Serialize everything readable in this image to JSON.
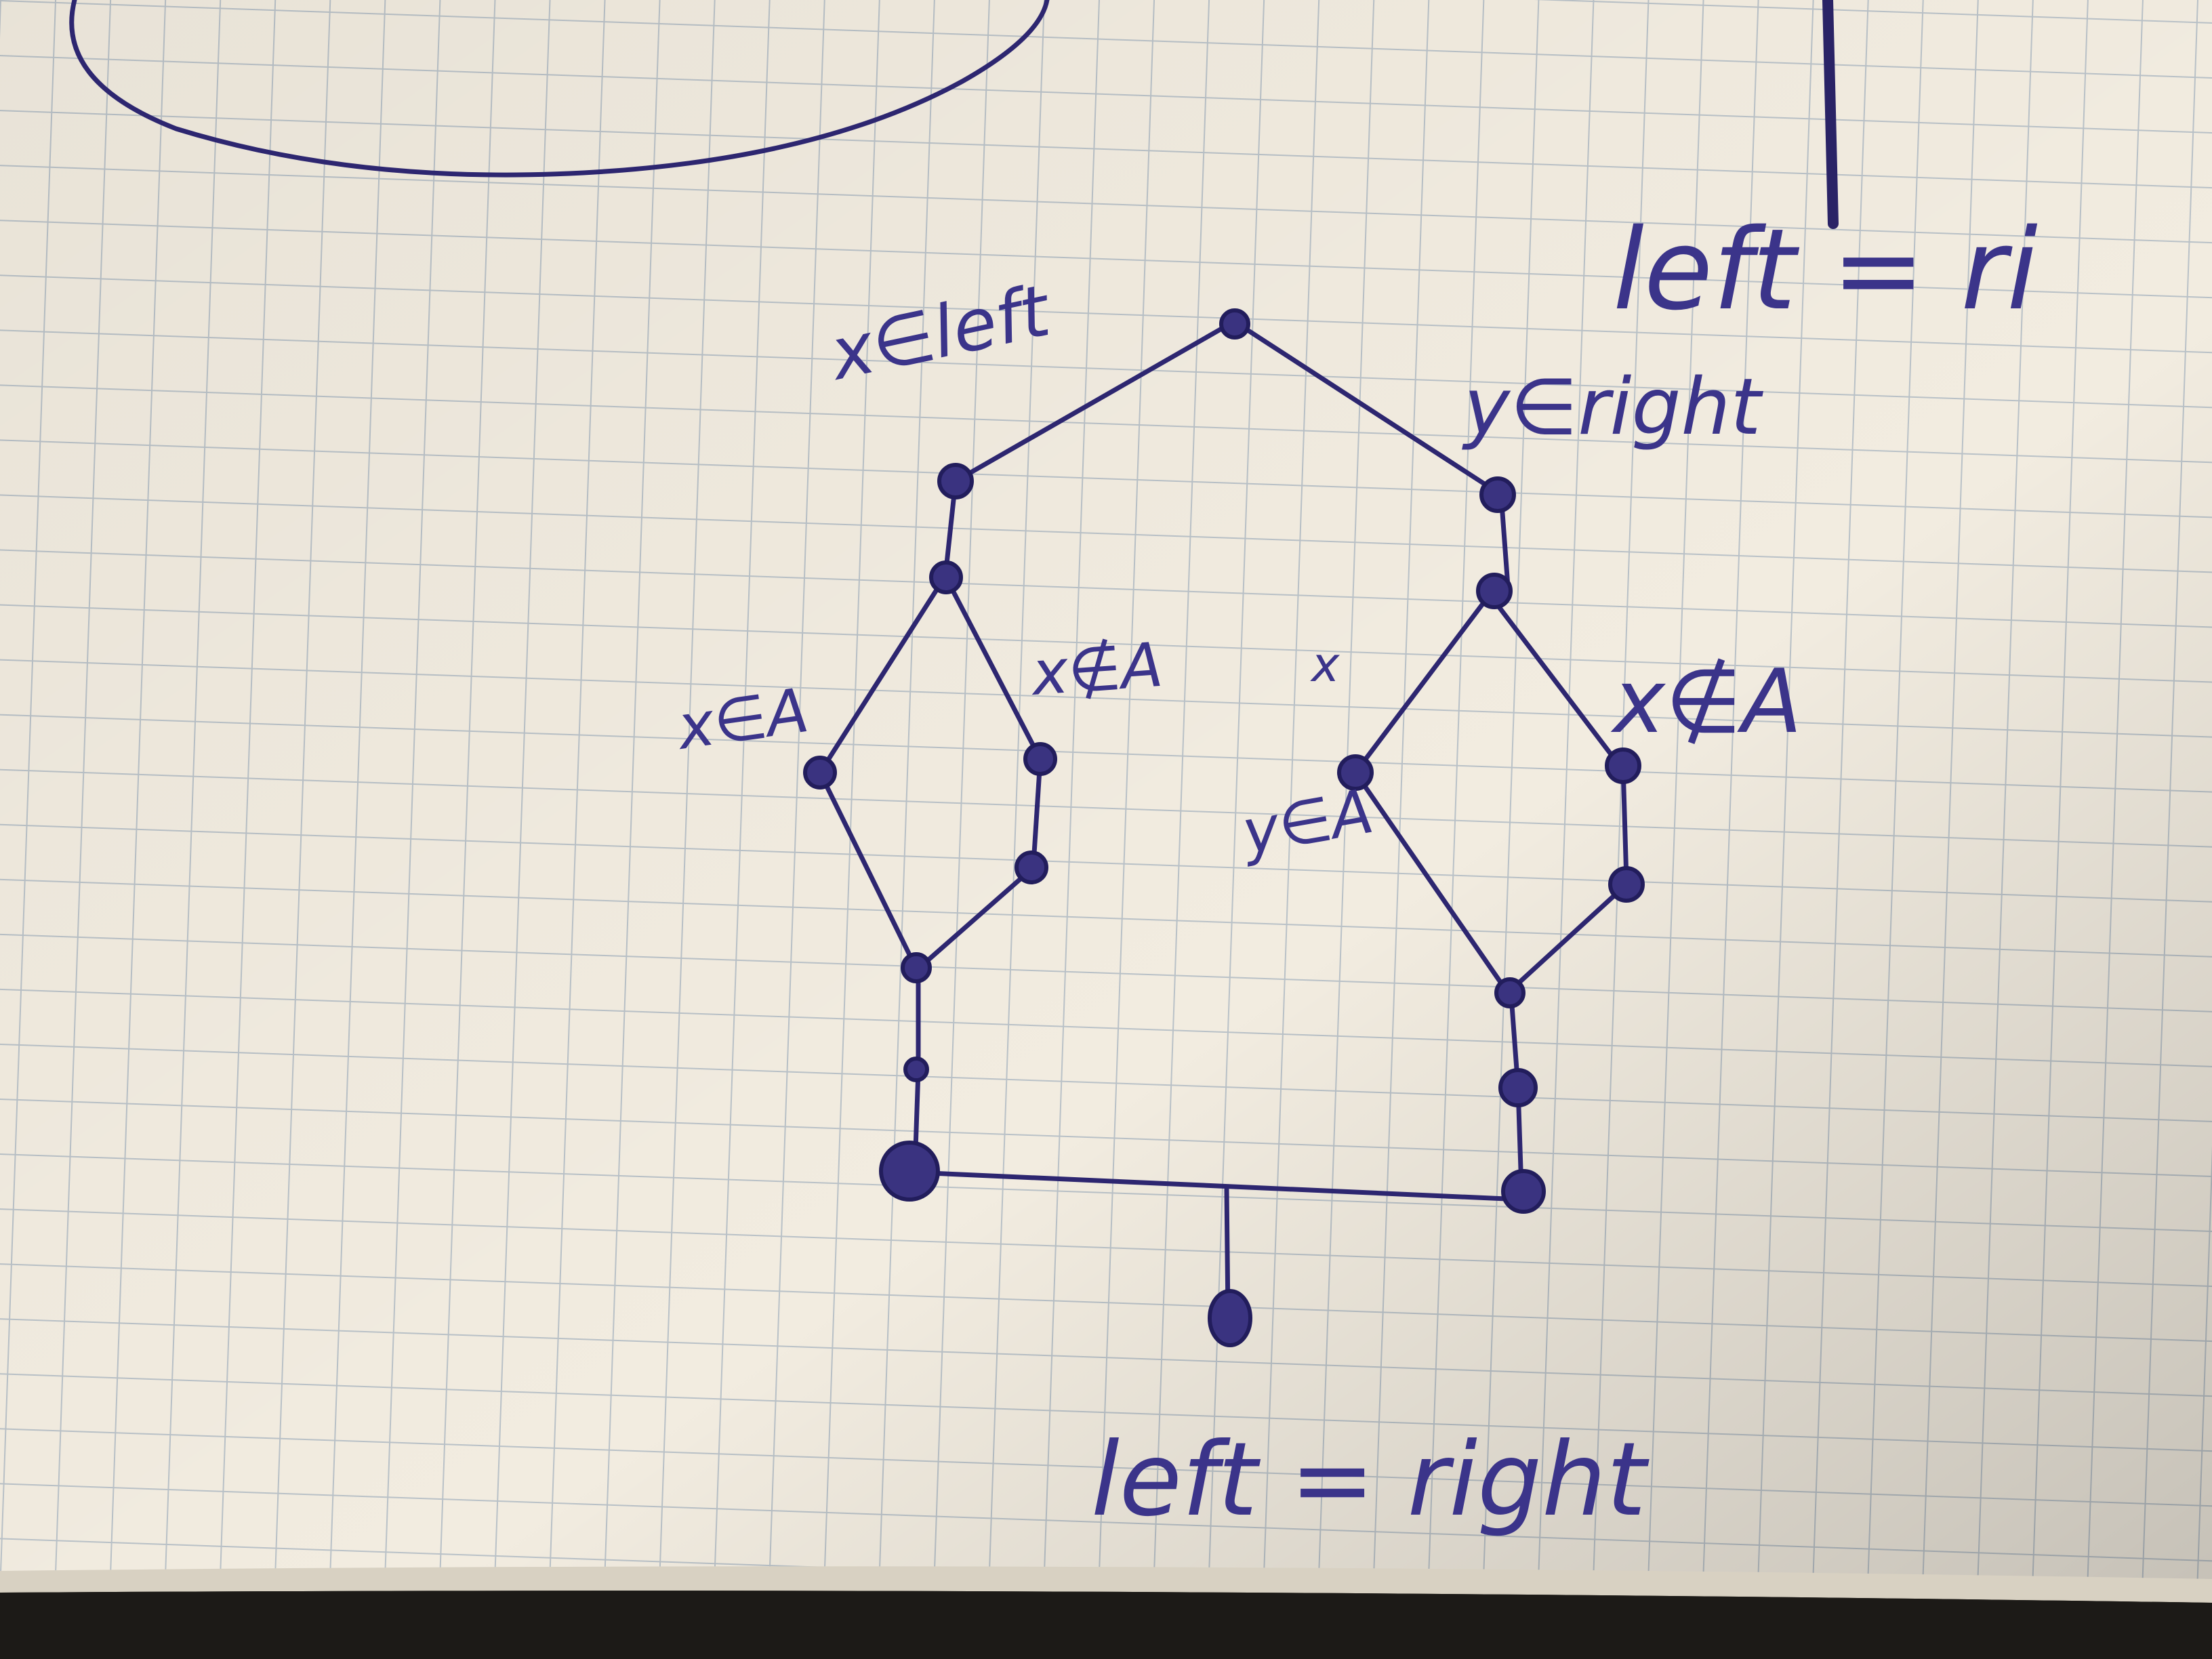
{
  "labels": {
    "corner_equation": "left = ri",
    "left_branch": "x∈left",
    "right_branch": "y∈right",
    "left_in_a": "x∈A",
    "left_not_in_a": "x∉A",
    "right_in_a": "y∈A",
    "right_not_in_a": "x∉A",
    "center_mark": "x",
    "bottom_equation": "left = right"
  },
  "colors": {
    "paper": "#f3eee0",
    "grid": "#b8c0c8",
    "ink": "#2d2670"
  }
}
